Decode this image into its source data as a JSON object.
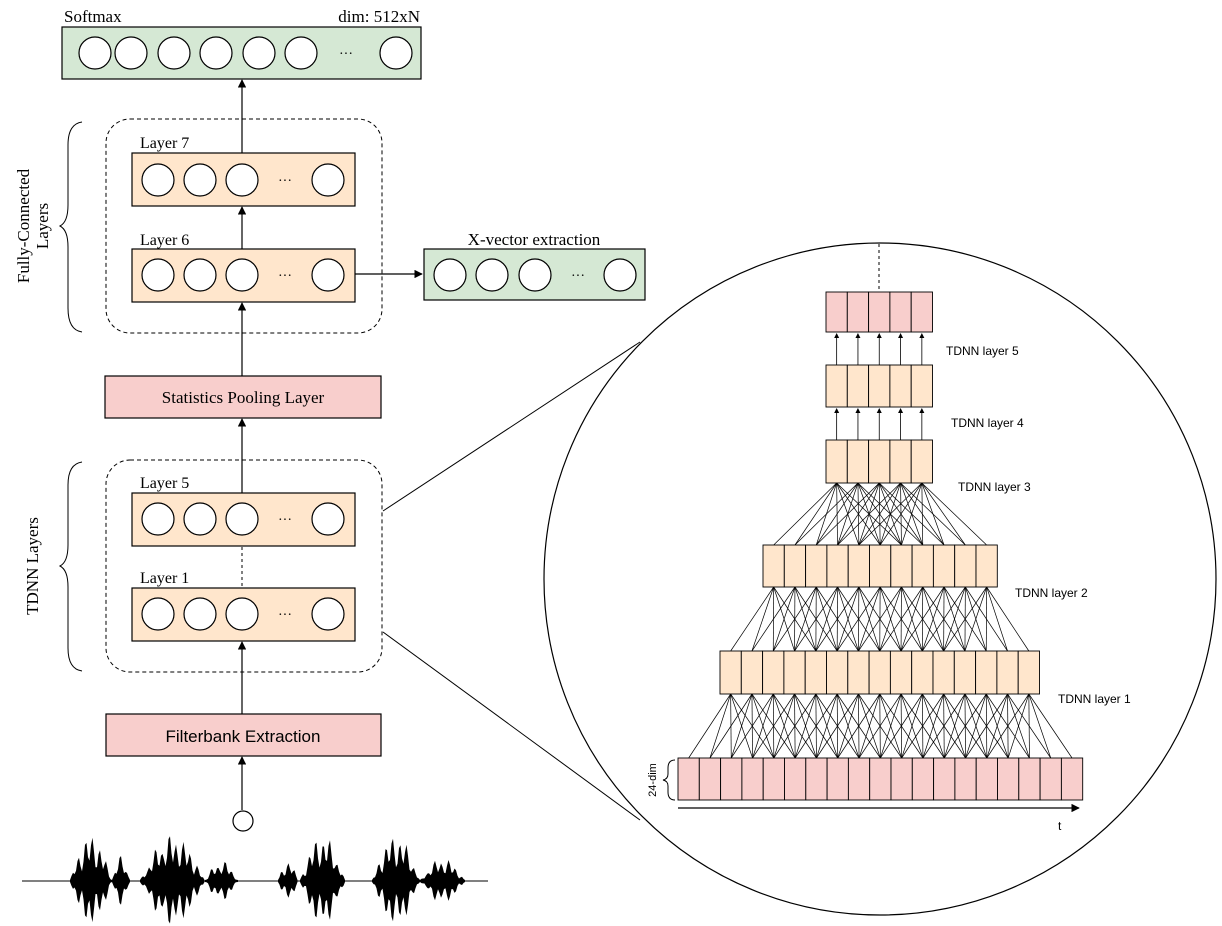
{
  "softmax": {
    "label": "Softmax",
    "dim": "dim: 512xN",
    "dots": "···"
  },
  "fc_brace_label": {
    "line1": "Fully-Connected",
    "line2": "Layers"
  },
  "layer7": {
    "label": "Layer 7",
    "dots": "···"
  },
  "layer6": {
    "label": "Layer 6",
    "dots": "···"
  },
  "xvector": {
    "label": "X-vector extraction",
    "dots": "···"
  },
  "stats_pooling": {
    "label": "Statistics Pooling Layer"
  },
  "tdnn_brace_label": "TDNN Layers",
  "layer5": {
    "label": "Layer 5",
    "dots": "···"
  },
  "layer1": {
    "label": "Layer 1",
    "dots": "···"
  },
  "filterbank": {
    "label": "Filterbank Extraction"
  },
  "zoom": {
    "tdnn5": "TDNN  layer 5",
    "tdnn4": "TDNN layer 4",
    "tdnn3": "TDNN layer 3",
    "tdnn2": "TDNN layer 2",
    "tdnn1": "TDNN layer 1",
    "input_dim": "24-dim",
    "time_axis": "t"
  },
  "colors": {
    "green": "#d5e8d4",
    "orange": "#ffe6cc",
    "pink": "#f8cecc"
  }
}
